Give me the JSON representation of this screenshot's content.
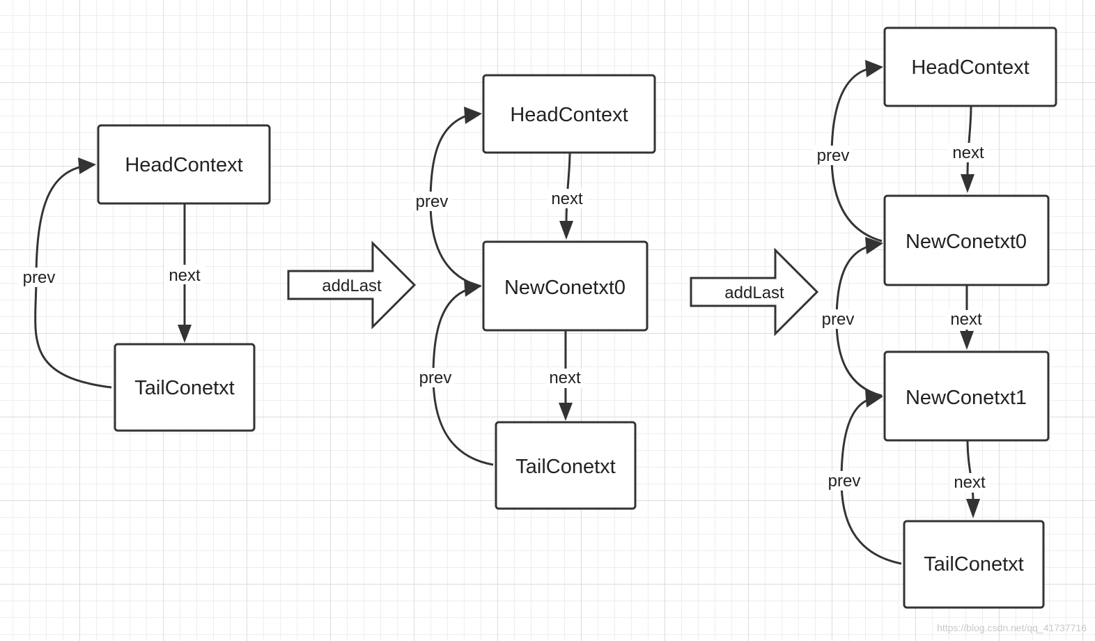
{
  "stages": [
    {
      "nodes": [
        {
          "id": "head",
          "label": "HeadContext"
        },
        {
          "id": "tail",
          "label": "TailConetxt"
        }
      ],
      "edges": [
        {
          "from": "head",
          "to": "tail",
          "label": "next"
        },
        {
          "from": "tail",
          "to": "head",
          "label": "prev"
        }
      ]
    },
    {
      "nodes": [
        {
          "id": "head",
          "label": "HeadContext"
        },
        {
          "id": "new0",
          "label": "NewConetxt0"
        },
        {
          "id": "tail",
          "label": "TailConetxt"
        }
      ],
      "edges": [
        {
          "from": "head",
          "to": "new0",
          "label": "next"
        },
        {
          "from": "new0",
          "to": "tail",
          "label": "next"
        },
        {
          "from": "new0",
          "to": "head",
          "label": "prev"
        },
        {
          "from": "tail",
          "to": "new0",
          "label": "prev"
        }
      ]
    },
    {
      "nodes": [
        {
          "id": "head",
          "label": "HeadContext"
        },
        {
          "id": "new0",
          "label": "NewConetxt0"
        },
        {
          "id": "new1",
          "label": "NewConetxt1"
        },
        {
          "id": "tail",
          "label": "TailConetxt"
        }
      ],
      "edges": [
        {
          "from": "head",
          "to": "new0",
          "label": "next"
        },
        {
          "from": "new0",
          "to": "new1",
          "label": "next"
        },
        {
          "from": "new1",
          "to": "tail",
          "label": "next"
        },
        {
          "from": "new0",
          "to": "head",
          "label": "prev"
        },
        {
          "from": "new1",
          "to": "new0",
          "label": "prev"
        },
        {
          "from": "tail",
          "to": "new1",
          "label": "prev"
        }
      ]
    }
  ],
  "transitions": [
    {
      "label": "addLast"
    },
    {
      "label": "addLast"
    }
  ],
  "watermark": "https://blog.csdn.net/qq_41737716"
}
